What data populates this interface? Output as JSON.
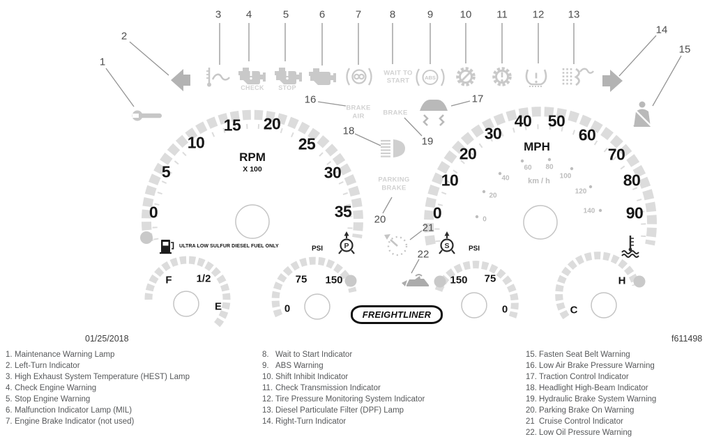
{
  "meta": {
    "date": "01/25/2018",
    "figure_id": "f611498"
  },
  "brand": "FREIGHTLINER",
  "gauges": {
    "tachometer": {
      "unit": "RPM",
      "multiplier": "X 100",
      "labels": [
        "0",
        "5",
        "10",
        "15",
        "20",
        "25",
        "30",
        "35"
      ]
    },
    "speedometer": {
      "unit": "MPH",
      "inner_unit": "km / h",
      "mph_labels": [
        "0",
        "10",
        "20",
        "30",
        "40",
        "50",
        "60",
        "70",
        "80",
        "90"
      ],
      "kmh_labels": [
        "0",
        "20",
        "40",
        "60",
        "80",
        "100",
        "120",
        "140"
      ]
    },
    "fuel": {
      "labels": [
        "F",
        "1/2",
        "E"
      ],
      "note": "ULTRA LOW SULFUR DIESEL FUEL ONLY"
    },
    "primary_air": {
      "unit": "PSI",
      "labels": [
        "0",
        "75",
        "150"
      ]
    },
    "secondary_air": {
      "unit": "PSI",
      "labels": [
        "150",
        "75",
        "0"
      ]
    },
    "coolant_temp": {
      "labels": [
        "C",
        "H"
      ]
    }
  },
  "indicator_texts": {
    "wait_to_start_line1": "WAIT TO",
    "wait_to_start_line2": "START",
    "check": "CHECK",
    "stop": "STOP",
    "abs": "ABS",
    "brake_air_line1": "BRAKE",
    "brake_air_line2": "AIR",
    "brake": "BRAKE",
    "parking_brake_line1": "PARKING",
    "parking_brake_line2": "BRAKE",
    "p_gauge_letter": "P",
    "s_gauge_letter": "S"
  },
  "callouts": [
    "1",
    "2",
    "3",
    "4",
    "5",
    "6",
    "7",
    "8",
    "9",
    "10",
    "11",
    "12",
    "13",
    "14",
    "15",
    "16",
    "17",
    "18",
    "19",
    "20",
    "21",
    "22"
  ],
  "legend": {
    "column1": [
      {
        "num": "1.",
        "label": "Maintenance Warning Lamp"
      },
      {
        "num": "2.",
        "label": "Left-Turn Indicator"
      },
      {
        "num": "3.",
        "label": "High Exhaust System Temperature (HEST) Lamp"
      },
      {
        "num": "4.",
        "label": "Check Engine Warning"
      },
      {
        "num": "5.",
        "label": "Stop Engine Warning"
      },
      {
        "num": "6.",
        "label": "Malfunction Indicator Lamp (MIL)"
      },
      {
        "num": "7.",
        "label": "Engine Brake Indicator (not used)"
      }
    ],
    "column2": [
      {
        "num": "8.",
        "label": "Wait to Start Indicator"
      },
      {
        "num": "9.",
        "label": "ABS Warning"
      },
      {
        "num": "10.",
        "label": "Shift Inhibit Indicator"
      },
      {
        "num": "11.",
        "label": "Check Transmission Indicator"
      },
      {
        "num": "12.",
        "label": "Tire Pressure Monitoring System Indicator"
      },
      {
        "num": "13.",
        "label": "Diesel Particulate Filter (DPF) Lamp"
      },
      {
        "num": "14.",
        "label": "Right-Turn Indicator"
      }
    ],
    "column3": [
      {
        "num": "15.",
        "label": "Fasten Seat Belt Warning"
      },
      {
        "num": "16.",
        "label": "Low Air Brake Pressure Warning"
      },
      {
        "num": "17.",
        "label": "Traction Control Indicator"
      },
      {
        "num": "18.",
        "label": "Headlight High-Beam Indicator"
      },
      {
        "num": "19.",
        "label": "Hydraulic Brake System Warning"
      },
      {
        "num": "20.",
        "label": "Parking Brake On Warning"
      },
      {
        "num": "21",
        "label": "Cruise Control Indicator"
      },
      {
        "num": "22.",
        "label": "Low Oil Pressure Warning"
      }
    ]
  }
}
